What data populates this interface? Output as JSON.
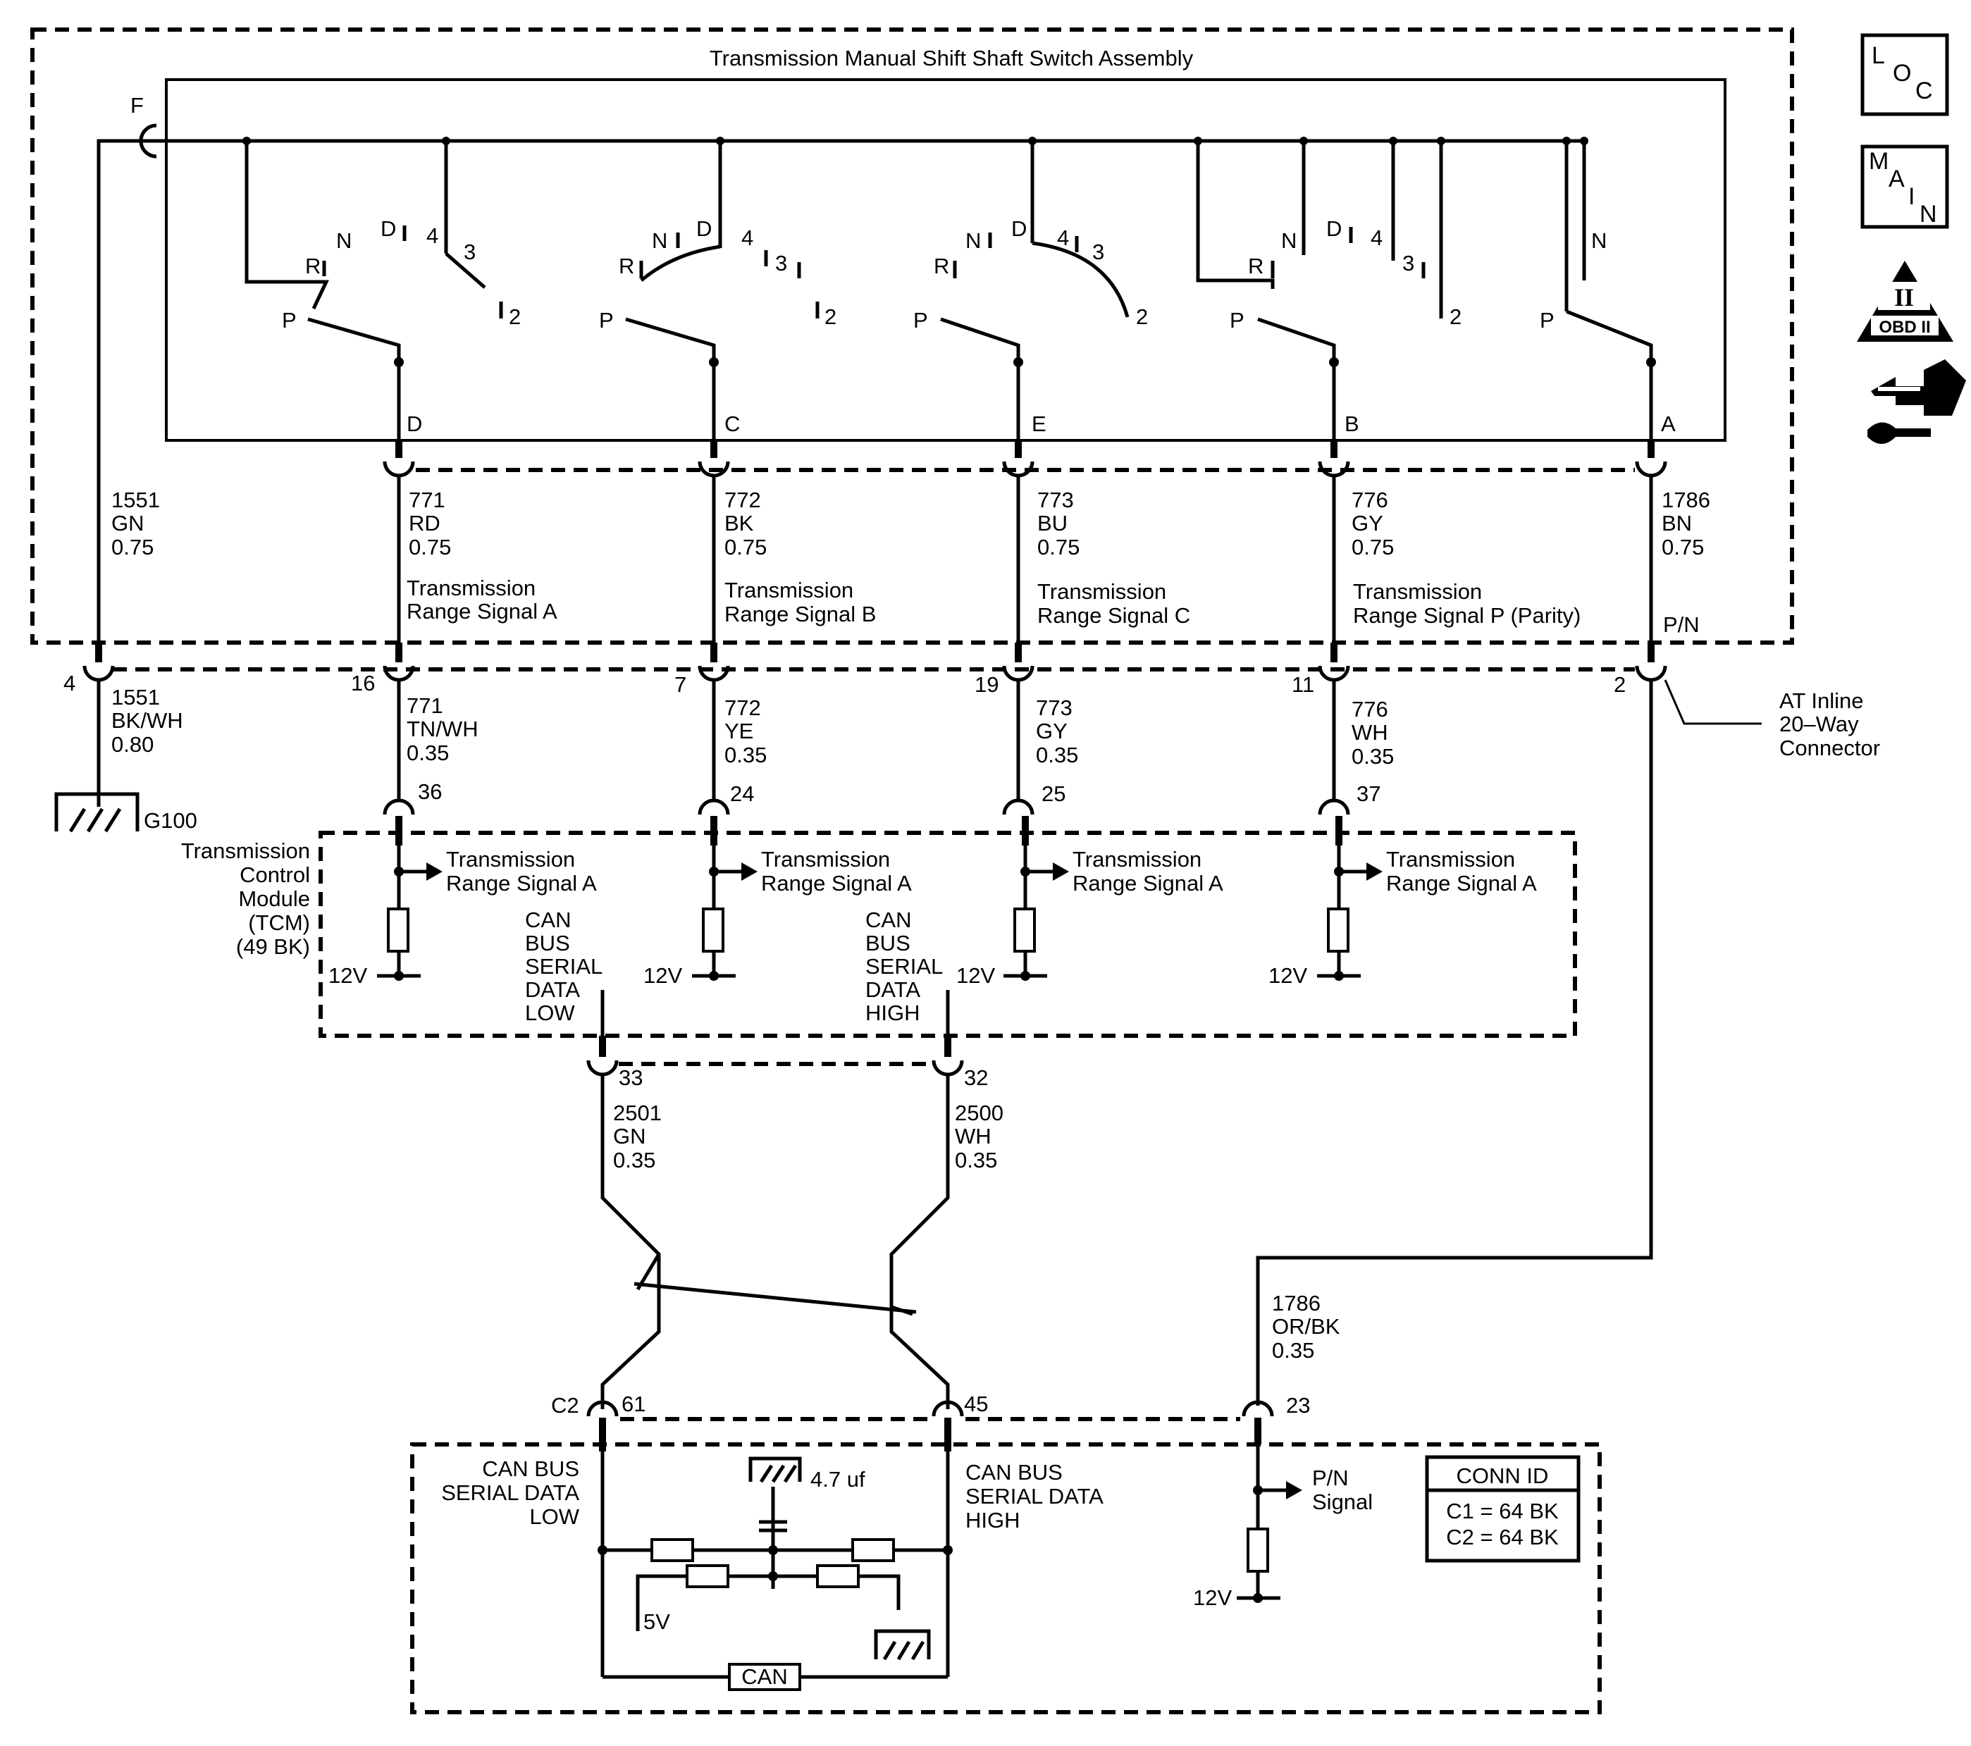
{
  "diagram": {
    "title": "Transmission Manual Shift Shaft Switch Assembly",
    "switch_pins": [
      "F",
      "D",
      "C",
      "E",
      "B",
      "A"
    ],
    "switch_positions": {
      "P": "P",
      "R": "R",
      "N": "N",
      "D": "D",
      "four": "4",
      "three": "3",
      "two": "2"
    },
    "upper_wires": [
      {
        "circuit": "1551",
        "color": "GN",
        "size": "0.75"
      },
      {
        "circuit": "771",
        "color": "RD",
        "size": "0.75",
        "label1": "Transmission",
        "label2": "Range Signal A"
      },
      {
        "circuit": "772",
        "color": "BK",
        "size": "0.75",
        "label1": "Transmission",
        "label2": "Range Signal B"
      },
      {
        "circuit": "773",
        "color": "BU",
        "size": "0.75",
        "label1": "Transmission",
        "label2": "Range Signal C"
      },
      {
        "circuit": "776",
        "color": "GY",
        "size": "0.75",
        "label1": "Transmission",
        "label2": "Range Signal P (Parity)"
      },
      {
        "circuit": "1786",
        "color": "BN",
        "size": "0.75",
        "label1": "P/N"
      }
    ],
    "inline_connector": {
      "pins": [
        "4",
        "16",
        "7",
        "19",
        "11",
        "2"
      ],
      "name_l1": "AT Inline",
      "name_l2": "20–Way",
      "name_l3": "Connector"
    },
    "lower_wires": [
      {
        "circuit": "1551",
        "color": "BK/WH",
        "size": "0.80"
      },
      {
        "circuit": "771",
        "color": "TN/WH",
        "size": "0.35"
      },
      {
        "circuit": "772",
        "color": "YE",
        "size": "0.35"
      },
      {
        "circuit": "773",
        "color": "GY",
        "size": "0.35"
      },
      {
        "circuit": "776",
        "color": "WH",
        "size": "0.35"
      }
    ],
    "ground": "G100",
    "tcm": {
      "name": [
        "Transmission",
        "Control",
        "Module",
        "(TCM)",
        "(49 BK)"
      ],
      "pins": [
        "36",
        "24",
        "25",
        "37"
      ],
      "signal_l1": "Transmission",
      "signal_l2": "Range Signal A",
      "supply": "12V",
      "can_low": [
        "CAN",
        "BUS",
        "SERIAL",
        "DATA",
        "LOW"
      ],
      "can_high": [
        "CAN",
        "BUS",
        "SERIAL",
        "DATA",
        "HIGH"
      ],
      "can_pins": [
        "33",
        "32"
      ]
    },
    "can_wires": [
      {
        "circuit": "2501",
        "color": "GN",
        "size": "0.35"
      },
      {
        "circuit": "2500",
        "color": "WH",
        "size": "0.35"
      }
    ],
    "pn_wire": {
      "circuit": "1786",
      "color": "OR/BK",
      "size": "0.35"
    },
    "bottom_module": {
      "connector": "C2",
      "pins": [
        "61",
        "45",
        "23"
      ],
      "can_low": [
        "CAN BUS",
        "SERIAL DATA",
        "LOW"
      ],
      "can_high": [
        "CAN BUS",
        "SERIAL DATA",
        "HIGH"
      ],
      "capacitor": "4.7 uf",
      "v5": "5V",
      "can_box": "CAN",
      "pn_signal_l1": "P/N",
      "pn_signal_l2": "Signal",
      "supply": "12V",
      "conn_id_title": "CONN ID",
      "conn_id_c1": "C1 = 64 BK",
      "conn_id_c2": "C2 = 64 BK"
    },
    "side_icons": {
      "loc": [
        "L",
        "O",
        "C"
      ],
      "main": [
        "M",
        "A",
        "I",
        "N"
      ],
      "obd": [
        "II",
        "OBD II"
      ],
      "icon_names": [
        "loc-icon",
        "main-icon",
        "obd-ii-icon",
        "scan-tool-icon"
      ]
    }
  }
}
